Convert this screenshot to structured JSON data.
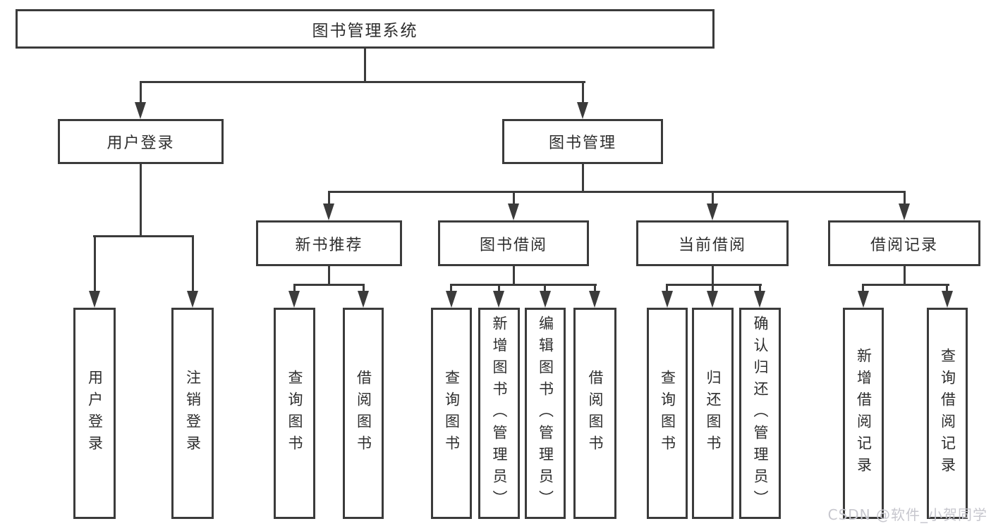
{
  "colors": {
    "line": "#3b3b3b",
    "text": "#2e2e2e",
    "watermark": "#c7c7ce",
    "background": "#ffffff"
  },
  "nodes": {
    "root": {
      "label": "图书管理系统"
    },
    "user_login": {
      "label": "用户登录"
    },
    "book_mgmt": {
      "label": "图书管理"
    },
    "new_book_rec": {
      "label": "新书推荐"
    },
    "book_borrow": {
      "label": "图书借阅"
    },
    "current_borrow": {
      "label": "当前借阅"
    },
    "borrow_records": {
      "label": "借阅记录"
    },
    "leaf_user_login": {
      "label": "用户登录"
    },
    "leaf_logout": {
      "label": "注销登录"
    },
    "leaf_rec_query_book": {
      "label": "查询图书"
    },
    "leaf_rec_borrow_book": {
      "label": "借阅图书"
    },
    "leaf_bb_query_book": {
      "label": "查询图书"
    },
    "leaf_bb_add_book": {
      "label": "新增图书（管理员）"
    },
    "leaf_bb_edit_book": {
      "label": "编辑图书（管理员）"
    },
    "leaf_bb_borrow_book": {
      "label": "借阅图书"
    },
    "leaf_cb_query_book": {
      "label": "查询图书"
    },
    "leaf_cb_return_book": {
      "label": "归还图书"
    },
    "leaf_cb_confirm_return": {
      "label": "确认归还（管理员）"
    },
    "leaf_br_add_record": {
      "label": "新增借阅记录"
    },
    "leaf_br_query_record": {
      "label": "查询借阅记录"
    }
  },
  "hierarchy": {
    "图书管理系统": [
      "用户登录",
      "图书管理"
    ],
    "用户登录": [
      "用户登录",
      "注销登录"
    ],
    "图书管理": [
      "新书推荐",
      "图书借阅",
      "当前借阅",
      "借阅记录"
    ],
    "新书推荐": [
      "查询图书",
      "借阅图书"
    ],
    "图书借阅": [
      "查询图书",
      "新增图书（管理员）",
      "编辑图书（管理员）",
      "借阅图书"
    ],
    "当前借阅": [
      "查询图书",
      "归还图书",
      "确认归还（管理员）"
    ],
    "借阅记录": [
      "新增借阅记录",
      "查询借阅记录"
    ]
  },
  "watermark": {
    "text": "CSDN @软件_小贺同学"
  }
}
